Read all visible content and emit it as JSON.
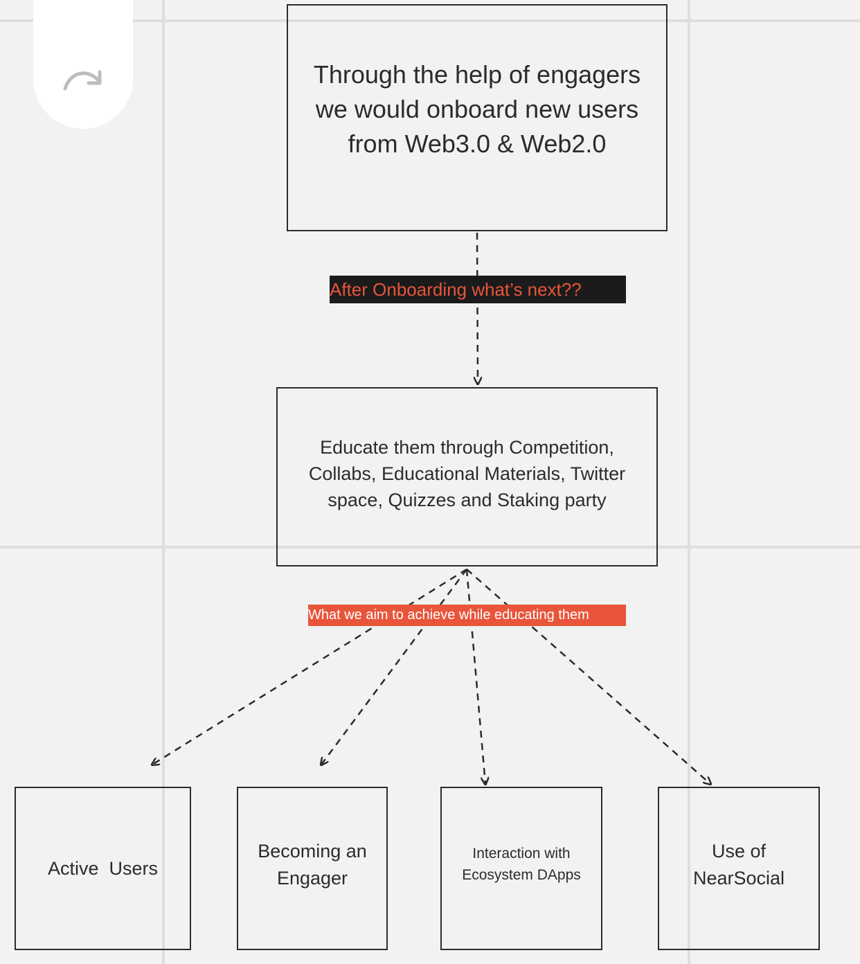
{
  "toolbar": {
    "redo_icon": "redo-icon"
  },
  "diagram": {
    "nodes": {
      "onboard": "Through the help of engagers we would onboard new users from Web3.0 & Web2.0",
      "educate": "Educate them through Competition, Collabs, Educational Materials, Twitter space, Quizzes and Staking party",
      "active_users": "Active  Users",
      "becoming_engager": "Becoming an Engager",
      "ecosystem_dapps": "Interaction with Ecosystem DApps",
      "near_social": "Use of NearSocial"
    },
    "edge_labels": {
      "after_onboarding": "After Onboarding what’s next??",
      "aim": "What we aim to achieve while educating them"
    },
    "colors": {
      "stroke": "#2b2b2b",
      "accent": "#e8553a",
      "label_dark_bg": "#1b1b1b",
      "canvas": "#f2f2f2"
    }
  }
}
